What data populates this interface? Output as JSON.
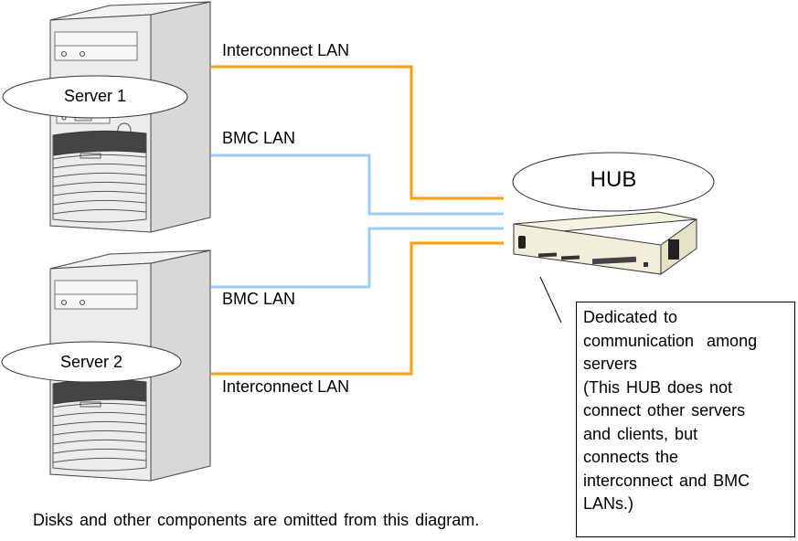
{
  "servers": [
    {
      "label": "Server 1"
    },
    {
      "label": "Server 2"
    }
  ],
  "hub": {
    "label": "HUB"
  },
  "links": {
    "server1_interconnect": "Interconnect LAN",
    "server1_bmc": "BMC LAN",
    "server2_bmc": "BMC LAN",
    "server2_interconnect": "Interconnect LAN"
  },
  "colors": {
    "interconnect": "#ffa000",
    "bmc": "#99ccff"
  },
  "note": {
    "lines": [
      "Dedicated to",
      "communication  among",
      "servers",
      "(This HUB does not",
      "connect other servers",
      "and clients, but",
      "connects the",
      "interconnect and BMC",
      "LANs.)"
    ]
  },
  "footer": "Disks and other components are omitted from this diagram."
}
